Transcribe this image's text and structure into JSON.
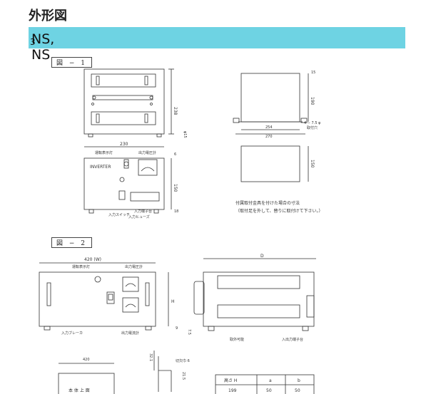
{
  "header": {
    "title": "外形図",
    "models": "NS, NS",
    "models_sub": "3"
  },
  "fig1": {
    "label": "図 − 1",
    "dim_top_width": "230",
    "dim_top_height": "238",
    "dim_foot": "φ15",
    "dim_front_width": "230",
    "dim_front_height": "150",
    "dim_front_top": "6",
    "dim_front_bottom": "18",
    "brand": "INVERTER",
    "run_lamp": "運転表示灯",
    "out_meter": "出力電圧計",
    "in_switch": "入力スイッチ",
    "in_fuse": "入力ヒューズ",
    "out_terminal": "入力端子台",
    "side_top": "15",
    "side_height": "190",
    "side_inner": "254",
    "side_outer": "270",
    "side_hole": "4 − 7.5 φ",
    "side_hole2": "取付穴",
    "side2_height": "150",
    "note1": "付属取付金具を付けた場合の寸法",
    "note2": "（取付足を外して、替りに取付けて下さい。）"
  },
  "fig2": {
    "label": "図 − 2",
    "width": "420 (W)",
    "run_lamp": "運転表示灯",
    "out_volt": "出力電圧計",
    "breaker": "入力ブレーカ",
    "out_amp": "出力電流計",
    "height_h": "H",
    "dim_9": "9",
    "dim_75": "7.5",
    "depth": "D",
    "handle": "取外可能",
    "io_terminal": "入出力端子台",
    "bottom_width": "420",
    "cut_label": "切欠巾 6",
    "dim_321": "32.1",
    "dim_215": "21.5",
    "body_label": "本 体 上 面"
  },
  "table": {
    "headers": [
      "高さ H",
      "a",
      "b"
    ],
    "rows": [
      [
        "199",
        "50",
        "50"
      ]
    ]
  }
}
